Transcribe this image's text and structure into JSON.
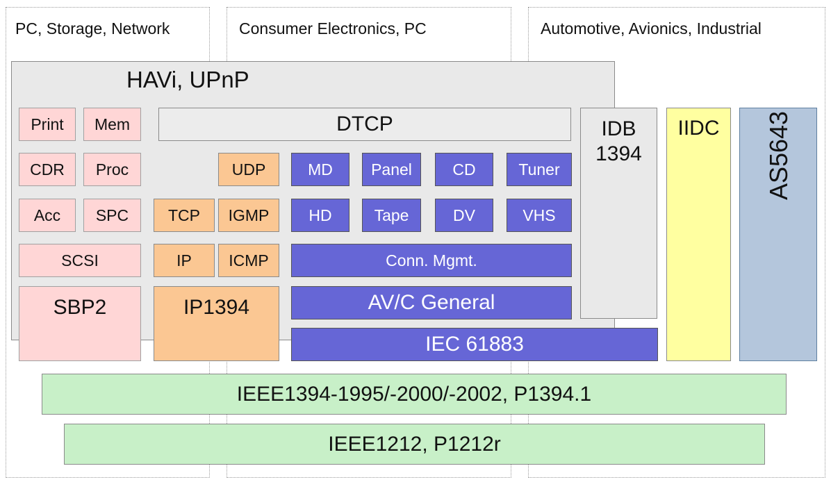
{
  "columns": {
    "pc_storage_network": "PC, Storage, Network",
    "consumer_electronics_pc": "Consumer Electronics, PC",
    "automotive_avionics_industrial": "Automotive, Avionics, Industrial"
  },
  "havi": {
    "label": "HAVi, UPnP"
  },
  "storage": {
    "print": "Print",
    "mem": "Mem",
    "cdr": "CDR",
    "proc": "Proc",
    "acc": "Acc",
    "spc": "SPC",
    "scsi": "SCSI",
    "sbp2": "SBP2"
  },
  "network": {
    "udp": "UDP",
    "tcp": "TCP",
    "igmp": "IGMP",
    "ip": "IP",
    "icmp": "ICMP",
    "ip1394": "IP1394"
  },
  "dtcp": "DTCP",
  "avc": {
    "md": "MD",
    "panel": "Panel",
    "cd": "CD",
    "tuner": "Tuner",
    "hd": "HD",
    "tape": "Tape",
    "dv": "DV",
    "vhs": "VHS",
    "conn_mgmt": "Conn. Mgmt.",
    "general": "AV/C General",
    "iec": "IEC 61883"
  },
  "idb": {
    "line1": "IDB",
    "line2": "1394"
  },
  "iidc": "IIDC",
  "as5643": "AS5643",
  "base": {
    "ieee1394": "IEEE1394-1995/-2000/-2002, P1394.1",
    "ieee1212": "IEEE1212, P1212r"
  },
  "colors": {
    "pink": "#ffd6d6",
    "orange": "#fbc793",
    "blue": "#6666d6",
    "gray": "#e9e9e9",
    "yellow": "#ffffa0",
    "steel_blue": "#b4c6dc",
    "green": "#c8f0c8"
  }
}
